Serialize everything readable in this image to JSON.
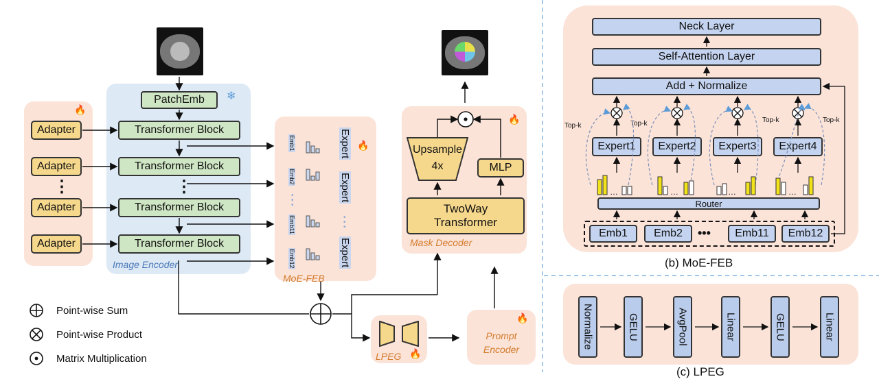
{
  "left": {
    "patchemb": "PatchEmb",
    "snowflake": "❄",
    "adapter": "Adapter",
    "adapter_dots": "⋮",
    "transformer_block": "Transformer Block",
    "tb_dots": "⋮",
    "image_encoder": "Image Encoder"
  },
  "moefeb": {
    "emb_labels": [
      "Emb1",
      "Emb2",
      "Emb11",
      "Emb12"
    ],
    "expert": "Expert",
    "dots": "•••",
    "label": "MoE-FEB"
  },
  "decoder": {
    "upsample": "Upsample",
    "upsample_scale": "4x",
    "mlp": "MLP",
    "twoway_line1": "TwoWay",
    "twoway_line2": "Transformer",
    "label": "Mask Decoder"
  },
  "lpeg": {
    "label": "LPEG"
  },
  "prompt": {
    "line1": "Prompt",
    "line2": "Encoder"
  },
  "legend": {
    "sum": "Point-wise Sum",
    "product": "Point-wise Product",
    "matmul": "Matrix Multiplication"
  },
  "panel_b": {
    "neck": "Neck Layer",
    "self_attention": "Self-Attention Layer",
    "add_norm": "Add + Normalize",
    "experts": [
      "Expert1",
      "Expert2",
      "Expert3",
      "Expert4"
    ],
    "topk": "Top-k",
    "router": "Router",
    "embs": [
      "Emb1",
      "Emb2",
      "Emb11",
      "Emb12"
    ],
    "emb_dots": "•••",
    "caption": "(b) MoE-FEB"
  },
  "panel_c": {
    "blocks": [
      "Normalize",
      "GELU",
      "AvgPool",
      "Linear",
      "GELU",
      "Linear"
    ],
    "caption": "(c) LPEG"
  },
  "colors": {
    "peach": "#fbe3d8",
    "blue": "#dde9f5",
    "green": "#cfe6c4",
    "yellow": "#f6d88c",
    "fire": "#d8231d",
    "bar_yellow": "#f2e21c"
  }
}
